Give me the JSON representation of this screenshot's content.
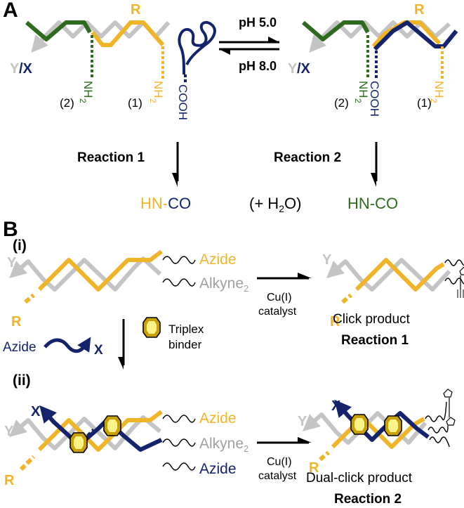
{
  "colors": {
    "gold": "#f0b429",
    "gray": "#c4c4c4",
    "navy": "#14236b",
    "green": "#2f6b1f",
    "black": "#000000"
  },
  "panel_a": {
    "label": "A",
    "strand_labels": {
      "r_left": "R",
      "r_right": "R",
      "y_left": "Y",
      "x_left": "/X",
      "y_right": "Y",
      "x_right": "/X"
    },
    "equilibrium": {
      "top": "pH 5.0",
      "bottom": "pH 8.0"
    },
    "groups": {
      "nh2_2_left": "NH",
      "nh2_2_left_sub": "2",
      "nh2_1_left": "NH",
      "nh2_1_left_sub": "2",
      "cooh_left": "COOH",
      "nh2_2_right": "NH",
      "nh2_2_right_sub": "2",
      "cooh_right": "COOH",
      "nh2_1_right": "NH",
      "nh2_1_right_sub": "2",
      "num_2_left": "(2)",
      "num_1_left": "(1)",
      "num_2_right": "(2)",
      "num_1_right": "(1)"
    },
    "reactions": {
      "left_label": "Reaction 1",
      "right_label": "Reaction 2",
      "left_product_a": "HN-",
      "left_product_b": "CO",
      "middle": "(+ H",
      "middle_sub": "2",
      "middle_end": "O)",
      "right_product": "HN-CO"
    }
  },
  "panel_b": {
    "label": "B",
    "step_i": "(i)",
    "step_ii": "(ii)",
    "top_left": {
      "y": "Y",
      "r": "R",
      "azide": "Azide",
      "alkyne": "Alkyne",
      "alkyne_sub": "2"
    },
    "catalyst_top": [
      "Cu(I)",
      "catalyst"
    ],
    "top_product": {
      "y": "Y",
      "r": "R",
      "caption": "Click product",
      "reaction": "Reaction 1"
    },
    "middle": {
      "azide": "Azide",
      "x": "X",
      "binder": [
        "Triplex",
        "binder"
      ]
    },
    "bottom_left": {
      "y": "Y",
      "x": "X",
      "r": "R",
      "azide1": "Azide",
      "alkyne": "Alkyne",
      "alkyne_sub": "2",
      "azide2": "Azide"
    },
    "catalyst_bottom": [
      "Cu(I)",
      "catalyst"
    ],
    "bottom_product": {
      "y": "Y",
      "x": "X",
      "r": "R",
      "caption": "Dual-click product",
      "reaction": "Reaction 2"
    }
  }
}
